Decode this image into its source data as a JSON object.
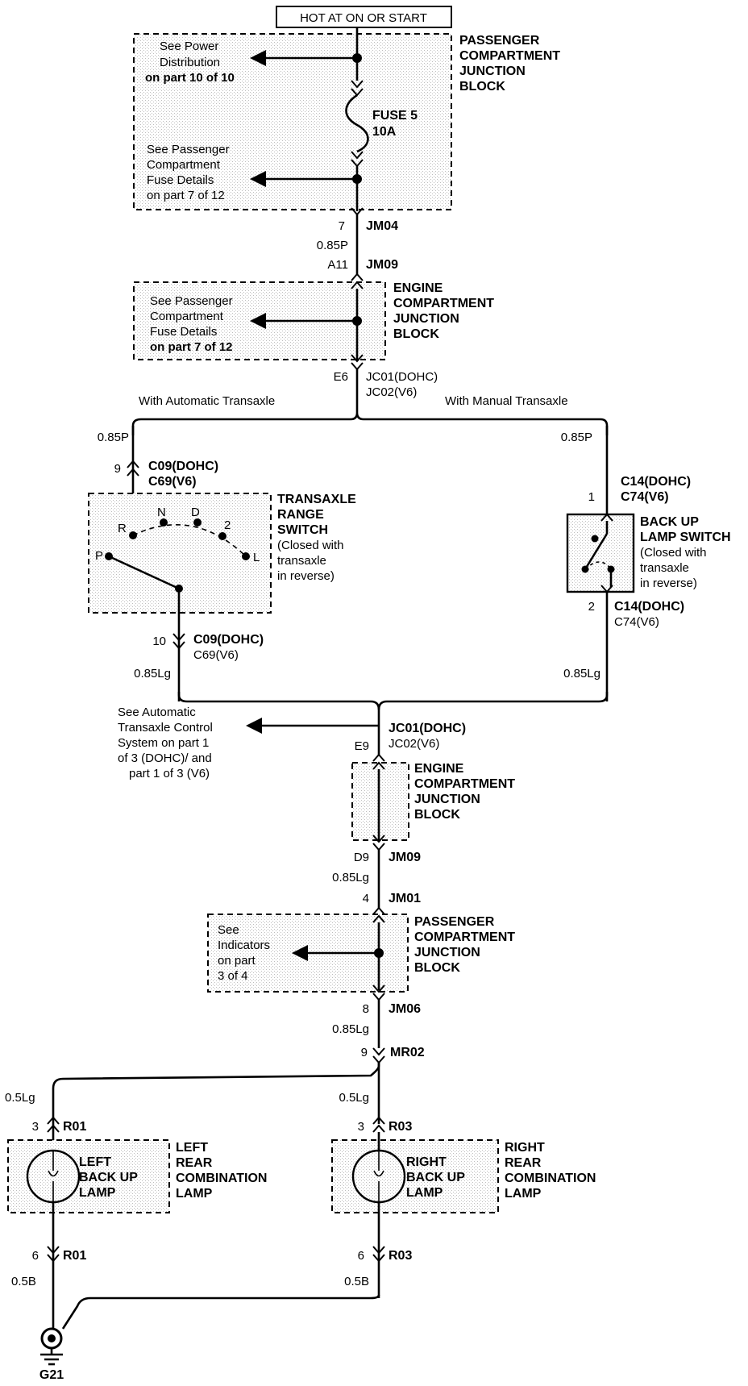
{
  "header": {
    "title": "HOT AT ON OR START"
  },
  "pcjb_top": {
    "name": [
      "PASSENGER",
      "COMPARTMENT",
      "JUNCTION",
      "BLOCK"
    ],
    "ref_power": [
      "See Power",
      "Distribution",
      "on part 10 of 10"
    ],
    "fuse": [
      "FUSE 5",
      "10A"
    ],
    "ref_fuse": [
      "See Passenger",
      "Compartment",
      "Fuse Details",
      "on  part 7 of 12"
    ]
  },
  "conn_top": {
    "pin_jm04": "7",
    "jm04": "JM04",
    "wire1": "0.85P",
    "pin_a11": "A11",
    "jm09": "JM09"
  },
  "ecjb_top": {
    "name": [
      "ENGINE",
      "COMPARTMENT",
      "JUNCTION",
      "BLOCK"
    ],
    "ref_fuse": [
      "See Passenger",
      "Compartment",
      "Fuse Details",
      "on part 7 of 12"
    ]
  },
  "conn_e6": {
    "pin": "E6",
    "jc01": "JC01(DOHC)",
    "jc02": "JC02(V6)"
  },
  "branch": {
    "auto": "With Automatic Transaxle",
    "manual": "With Manual Transaxle"
  },
  "auto_side": {
    "wire_in": "0.85P",
    "pin_in": "9",
    "c_in_1": "C09(DOHC)",
    "c_in_2": "C69(V6)",
    "switch_name": [
      "TRANSAXLE",
      "RANGE",
      "SWITCH",
      "(Closed with",
      "transaxle",
      "in reverse)"
    ],
    "positions": {
      "r": "R",
      "n": "N",
      "d": "D",
      "two": "2",
      "l": "L",
      "p": "P"
    },
    "pin_out": "10",
    "c_out_1": "C09(DOHC)",
    "c_out_2": "C69(V6)",
    "wire_out": "0.85Lg"
  },
  "manual_side": {
    "wire_in": "0.85P",
    "c_in_1": "C14(DOHC)",
    "c_in_2": "C74(V6)",
    "pin_in": "1",
    "switch_name": [
      "BACK UP",
      "LAMP SWITCH",
      "(Closed with",
      "transaxle",
      "in reverse)"
    ],
    "pin_out": "2",
    "c_out_1": "C14(DOHC)",
    "c_out_2": "C74(V6)",
    "wire_out": "0.85Lg"
  },
  "conn_e9": {
    "ref_atc": [
      "See Automatic",
      "Transaxle Control",
      "System on part 1",
      "of 3 (DOHC)/ and",
      "part 1 of 3 (V6)"
    ],
    "jc01": "JC01(DOHC)",
    "jc02": "JC02(V6)",
    "pin": "E9"
  },
  "ecjb_bottom": {
    "name": [
      "ENGINE",
      "COMPARTMENT",
      "JUNCTION",
      "BLOCK"
    ]
  },
  "conn_d9": {
    "pin": "D9",
    "jm09": "JM09",
    "wire": "0.85Lg",
    "pin4": "4",
    "jm01": "JM01"
  },
  "pcjb_bottom": {
    "name": [
      "PASSENGER",
      "COMPARTMENT",
      "JUNCTION",
      "BLOCK"
    ],
    "ref_ind": [
      "See",
      "Indicators",
      "on part",
      "3 of 4"
    ]
  },
  "conn_jm06": {
    "pin": "8",
    "jm06": "JM06",
    "wire": "0.85Lg",
    "pin9": "9",
    "mr02": "MR02"
  },
  "left_lamp": {
    "wire": "0.5Lg",
    "pin_top": "3",
    "conn_top": "R01",
    "label": [
      "LEFT",
      "BACK UP",
      "LAMP"
    ],
    "name": [
      "LEFT",
      "REAR",
      "COMBINATION",
      "LAMP"
    ],
    "pin_bot": "6",
    "conn_bot": "R01",
    "wire_bot": "0.5B"
  },
  "right_lamp": {
    "wire": "0.5Lg",
    "pin_top": "3",
    "conn_top": "R03",
    "label": [
      "RIGHT",
      "BACK UP",
      "LAMP"
    ],
    "name": [
      "RIGHT",
      "REAR",
      "COMBINATION",
      "LAMP"
    ],
    "pin_bot": "6",
    "conn_bot": "R03",
    "wire_bot": "0.5B"
  },
  "ground": {
    "label": "G21"
  }
}
